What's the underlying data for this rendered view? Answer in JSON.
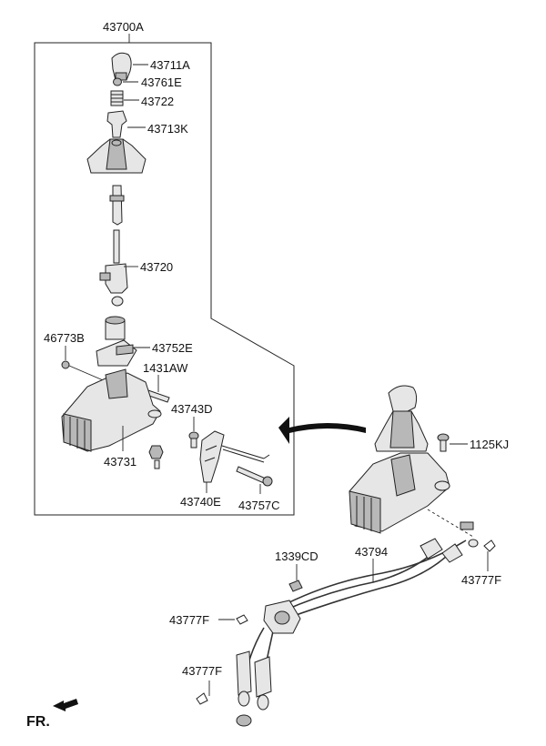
{
  "labels": {
    "assembly": "43700A",
    "knob": "43711A",
    "e43761": "43761E",
    "spring": "43722",
    "k43713": "43713K",
    "lever": "43720",
    "b46773": "46773B",
    "e43752": "43752E",
    "aw1431": "1431AW",
    "d43743": "43743D",
    "bracket": "43731",
    "e43740": "43740E",
    "c43757": "43757C",
    "kj1125": "1125KJ",
    "cd1339": "1339CD",
    "cable": "43794",
    "clip_right": "43777F",
    "clip_left_upper": "43777F",
    "clip_left_lower": "43777F"
  },
  "orientation": {
    "text": "FR."
  }
}
